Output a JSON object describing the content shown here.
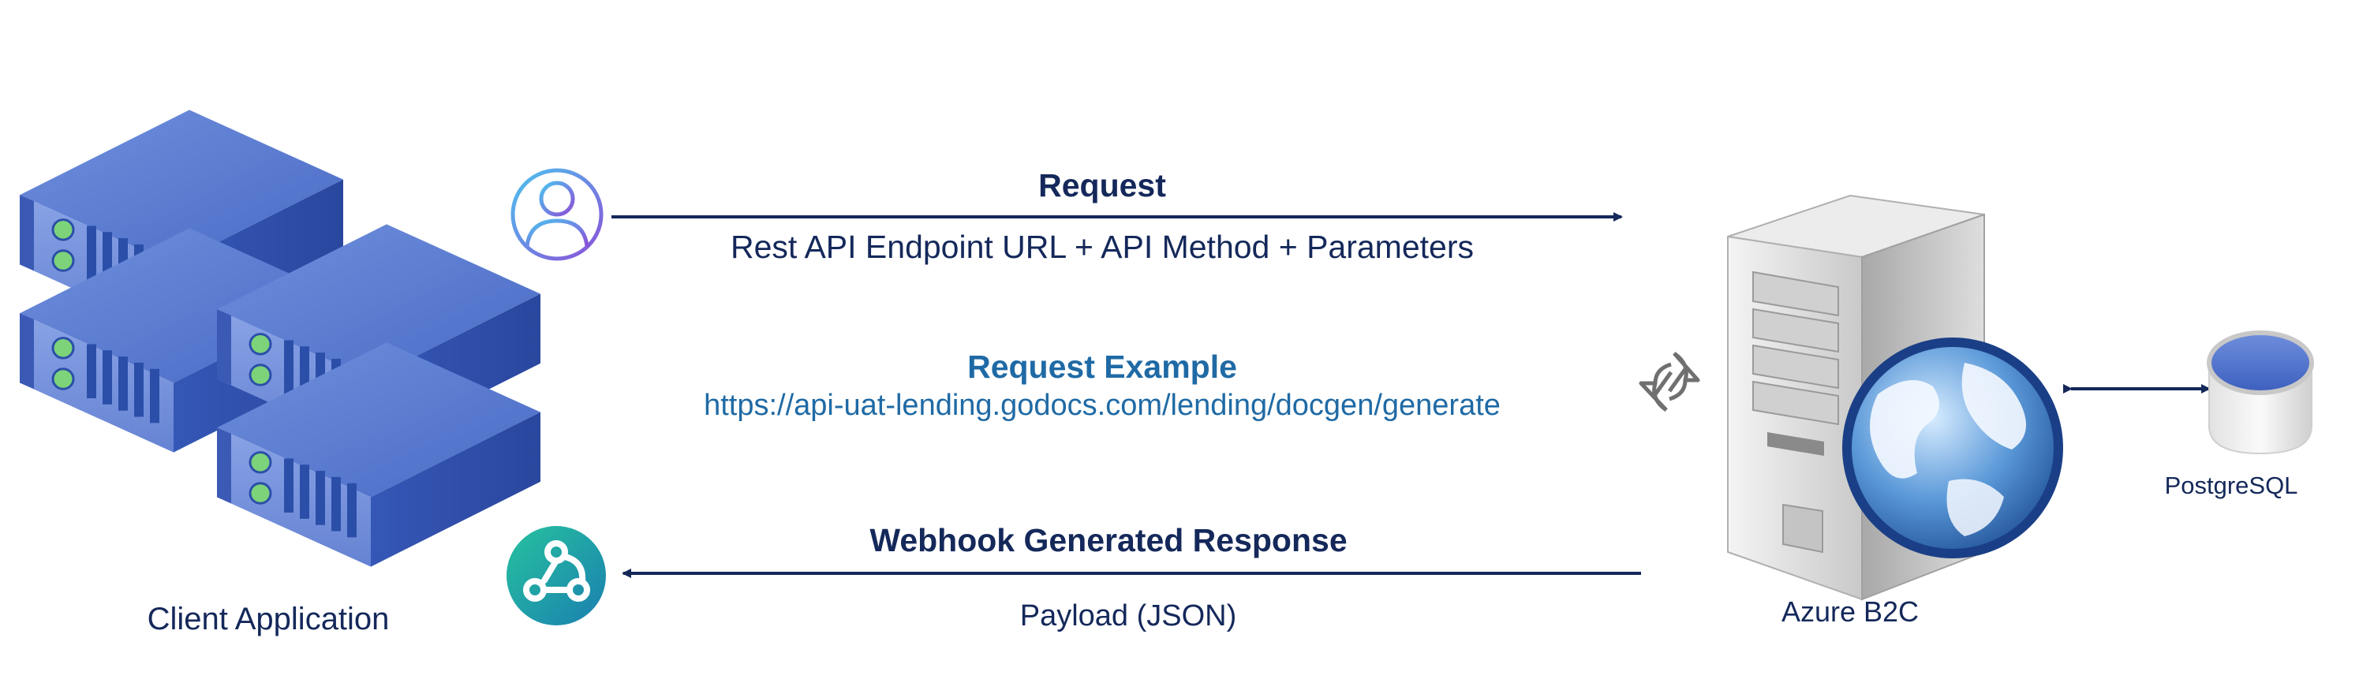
{
  "request": {
    "title": "Request",
    "subtitle": "Rest API Endpoint URL + API Method + Parameters"
  },
  "request_example": {
    "title": "Request Example",
    "url": "https://api-uat-lending.godocs.com/lending/docgen/generate"
  },
  "response": {
    "title": "Webhook Generated Response",
    "subtitle": "Payload (JSON)"
  },
  "nodes": {
    "client": "Client Application",
    "server": "Azure B2C",
    "database": "PostgreSQL"
  },
  "icons": {
    "user": "user-icon",
    "webhook": "webhook-icon",
    "sync": "sync-icon",
    "globe": "globe-icon",
    "database": "database-icon",
    "server_rack": "server-rack-icon",
    "tower_server": "tower-server-icon"
  },
  "colors": {
    "navy": "#14285a",
    "link_blue": "#1f6aa5",
    "rack_blue": "#4a6fc7",
    "webhook_teal": "#1fb39a"
  }
}
